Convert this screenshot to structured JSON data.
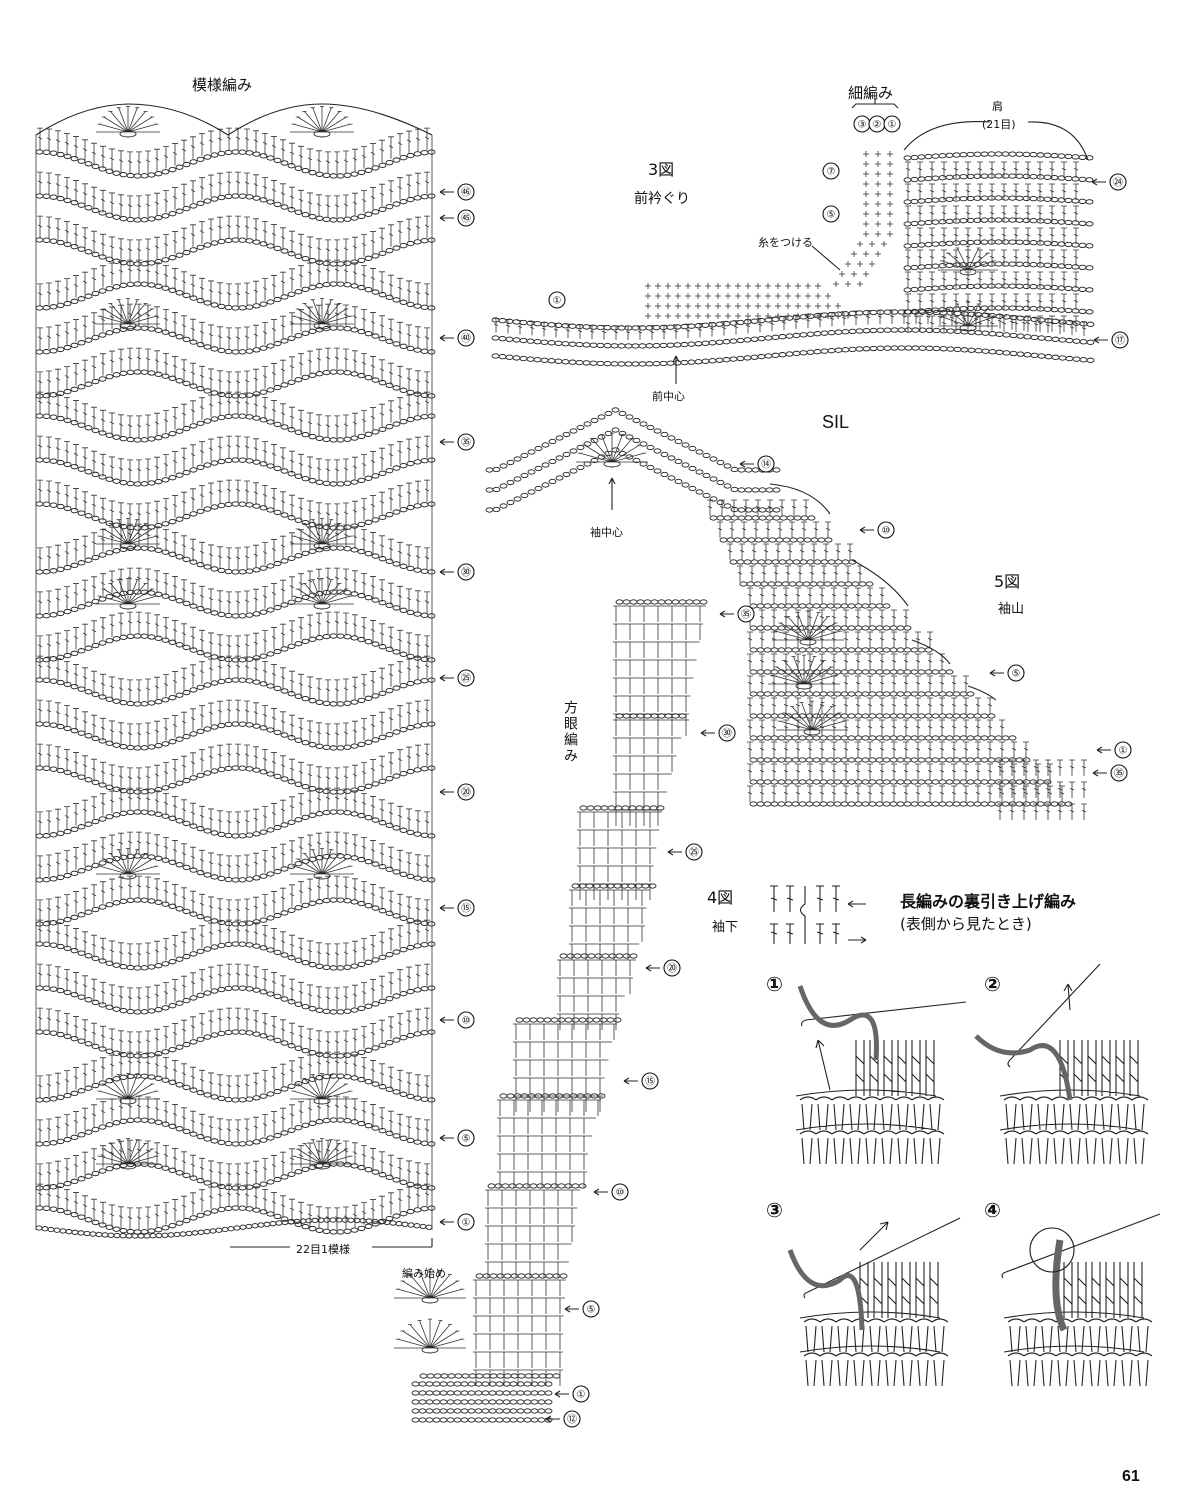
{
  "main_chart": {
    "title": "模様編み",
    "row_markers": [
      "㊻",
      "㊺",
      "㊵",
      "㉟",
      "㉚",
      "㉕",
      "⑳",
      "⑮",
      "⑩",
      "⑤",
      "①"
    ],
    "repeat_note": "22目1模様",
    "start_note": "編み始め"
  },
  "fig3": {
    "number": "3図",
    "title": "前衿ぐり",
    "sc_label": "細編み",
    "sc_steps": [
      "③",
      "②",
      "①"
    ],
    "shoulder_label": "肩",
    "shoulder_stitches": "(21目)",
    "attach_yarn": "糸をつける",
    "center_front": "前中心",
    "row_markers": [
      "⑦",
      "⑤",
      "①",
      "㉔",
      "⑰"
    ]
  },
  "stamp": "SIL",
  "fig5": {
    "number": "5図",
    "title": "袖山",
    "center_sleeve": "袖中心",
    "row_markers": [
      "⑭",
      "⑩",
      "⑤",
      "①",
      "㉟"
    ]
  },
  "mesh_chart": {
    "title": "方眼編み",
    "row_markers": [
      "㉟",
      "㉚",
      "㉕",
      "⑳",
      "⑮",
      "⑩",
      "⑤",
      "①",
      "⑫"
    ]
  },
  "fig4": {
    "number": "4図",
    "title": "袖下"
  },
  "technique": {
    "title": "長編みの裏引き上げ編み",
    "subtitle": "(表側から見たとき)",
    "steps": [
      "①",
      "②",
      "③",
      "④"
    ]
  },
  "page_number": "61"
}
